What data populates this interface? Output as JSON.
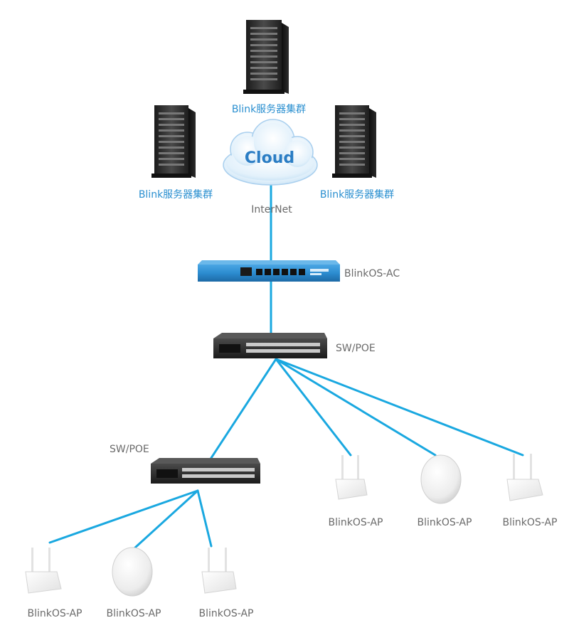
{
  "diagram": {
    "servers": [
      {
        "label": "Blink服务器集群"
      },
      {
        "label": "Blink服务器集群"
      },
      {
        "label": "Blink服务器集群"
      }
    ],
    "cloud": {
      "title": "Cloud",
      "label": "InterNet"
    },
    "controller": {
      "label": "BlinkOS-AC"
    },
    "switches": [
      {
        "label": "SW/POE"
      },
      {
        "label": "SW/POE"
      }
    ],
    "access_points": [
      {
        "label": "BlinkOS-AP",
        "style": "router"
      },
      {
        "label": "BlinkOS-AP",
        "style": "ceiling"
      },
      {
        "label": "BlinkOS-AP",
        "style": "router"
      },
      {
        "label": "BlinkOS-AP",
        "style": "router"
      },
      {
        "label": "BlinkOS-AP",
        "style": "ceiling"
      },
      {
        "label": "BlinkOS-AP",
        "style": "router"
      }
    ],
    "colors": {
      "link": "#1aa8e0",
      "label_blue": "#2a8fd0",
      "label_gray": "#6a6a6a",
      "ac_body": "#2c8cd0",
      "switch_body": "#2b2b2b"
    }
  }
}
